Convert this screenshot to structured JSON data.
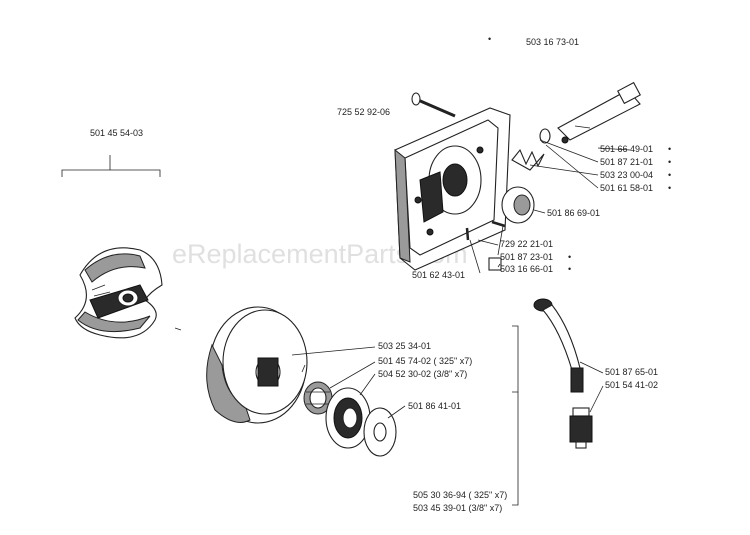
{
  "watermark": "eReplacementParts.com",
  "header_dot": "•",
  "header_number": "503 16 73-01",
  "labels": {
    "l_725_52_92_06": "725 52 92-06",
    "l_501_45_54_03": "501 45 54-03",
    "l_501_66_49_01": "501 66 49-01",
    "l_501_87_21_01": "501 87 21-01",
    "l_503_23_00_04": "503 23 00-04",
    "l_501_61_58_01": "501 61 58-01",
    "l_501_86_69_01": "501 86 69-01",
    "l_729_22_21_01": "729 22 21-01",
    "l_501_87_23_01": "501 87 23-01",
    "l_503_16_66_01": "503 16 66-01",
    "l_501_62_43_01": "501 62 43-01",
    "l_503_25_34_01": "503 25 34-01",
    "l_501_45_74_02": "501 45 74-02 ( 325\" x7)",
    "l_504_52_30_02": "504 52 30-02 (3/8\" x7)",
    "l_501_86_41_01": "501 86 41-01",
    "l_501_87_65_01": "501 87 65-01",
    "l_501_54_41_02": "501 54 41-02",
    "l_505_30_36_94": "505 30 36-94 ( 325\" x7)",
    "l_503_45_39_01": "503 45 39-01 (3/8\" x7)"
  },
  "markers": {
    "m1": "•",
    "m2": "•",
    "m3": "•",
    "m4": "•",
    "m5": "•",
    "m6": "•"
  }
}
